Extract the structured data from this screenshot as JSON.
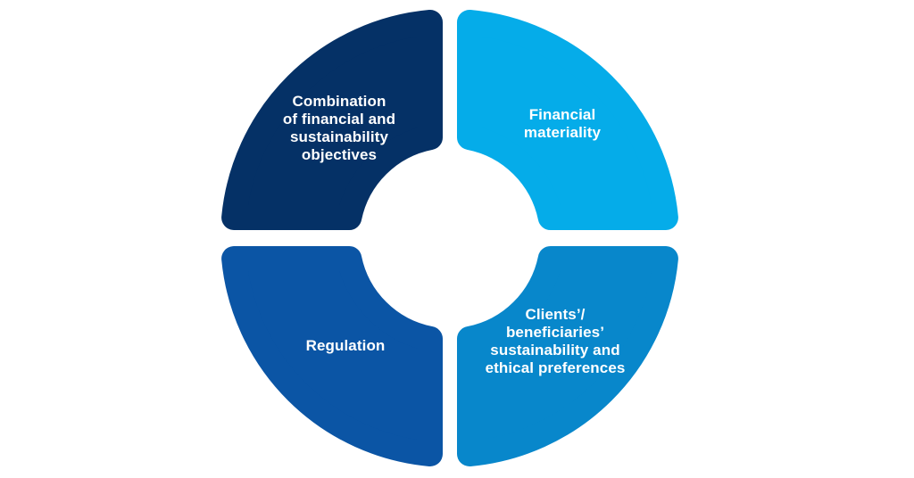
{
  "diagram": {
    "background_color": "#FFFFFF",
    "text_color": "#FFFFFF",
    "segments": {
      "top_left": {
        "label": "Combination\nof financial and\nsustainability\nobjectives",
        "color": "#053166"
      },
      "top_right": {
        "label": "Financial\nmateriality",
        "color": "#05ACE9"
      },
      "bottom_left": {
        "label": "Regulation",
        "color": "#0B55A5"
      },
      "bottom_right": {
        "label": "Clients’/\nbeneficiaries’\nsustainability and\nethical preferences",
        "color": "#0887CB"
      }
    }
  }
}
